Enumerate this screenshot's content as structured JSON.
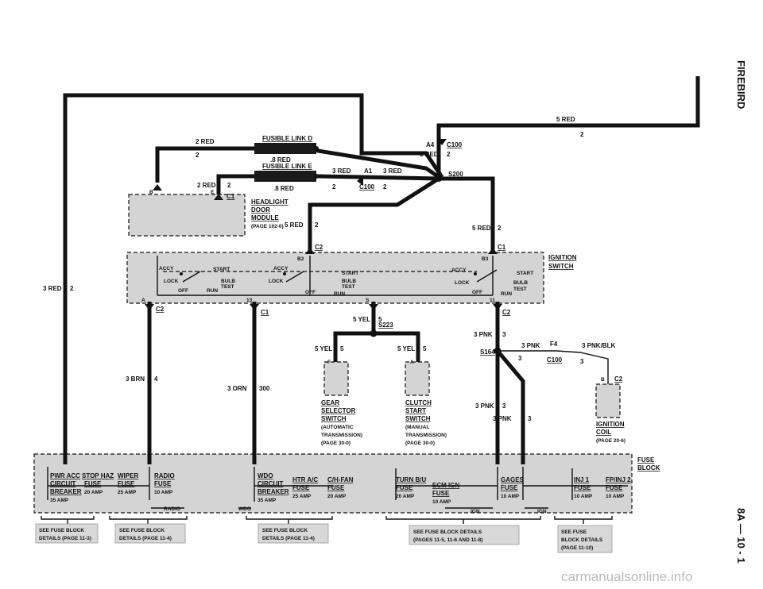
{
  "page": {
    "side_title": "FIREBIRD",
    "page_number": "8A — 10 - 1",
    "watermark": "carmanualsonline.info"
  },
  "wires": {
    "red5_top": "5 RED",
    "red5_top_n": "2",
    "red2_a": "2 RED",
    "red2_a_n": "2",
    "red8_a": ".8 RED",
    "red8_b": ".8 RED",
    "red2_b": "2 RED",
    "red2_b_n": "2",
    "red3_a": "3 RED",
    "a1": "A1",
    "red3_b": "3 RED",
    "red3_a_n": "2",
    "red3_b_n": "2",
    "a4": "A4",
    "red5_c100": "5 RED",
    "red5_c100_n": "2",
    "red5_hl": "5 RED",
    "red5_hl_n": "2",
    "red5_right": "5 RED",
    "red5_right_n": "2",
    "red3_left": "3 RED",
    "red3_left_n": "2",
    "brn": "3 BRN",
    "brn_n": "4",
    "orn": "3 ORN",
    "orn_n": "300",
    "yel_main": "5 YEL",
    "yel_main_n": "5",
    "yel_gear": "5 YEL",
    "yel_gear_n": "5",
    "yel_clutch": "5 YEL",
    "yel_clutch_n": "5",
    "pnk_a": "3 PNK",
    "pnk_a_n": "3",
    "pnk_f4": "3 PNK",
    "f4": "F4",
    "pnkblk": "3 PNK/BLK",
    "pnk_c100_n": "3",
    "pnkblk_n": "3",
    "pnk_b": "3 PNK",
    "pnk_b_n": "3",
    "pnk_c": "3 PNK",
    "pnk_c_n": "3"
  },
  "connectors": {
    "c100_top": "C100",
    "c100_mid": "C100",
    "c100_pnk": "C100",
    "s200": "S200",
    "s223": "S223",
    "s164": "S164",
    "c1_hl": "C1",
    "c2_top": "C2",
    "c1_top": "C1",
    "c2_left": "C2",
    "c1_mid": "C1",
    "c2_right": "C2",
    "c2_coil": "C2",
    "pin_b": "B",
    "pin_e": "E",
    "pin_b2": "B2",
    "pin_b3": "B3",
    "pin_a": "A",
    "pin_13": "13",
    "pin_s": "S",
    "pin_11": "11",
    "pin_f": "F",
    "pin_a2": "A",
    "pin_b_coil": "B"
  },
  "components": {
    "fusible_d": "FUSIBLE LINK D",
    "fusible_e": "FUSIBLE LINK E",
    "headlight": [
      "HEADLIGHT",
      "DOOR",
      "MODULE",
      "(PAGE 102-0)"
    ],
    "ignition_switch": [
      "IGNITION",
      "SWITCH"
    ],
    "sw_accy": "ACCY",
    "sw_start": "START",
    "sw_lock": "LOCK",
    "sw_bulb": "BULB",
    "sw_test": "TEST",
    "sw_off": "OFF",
    "sw_run": "RUN",
    "gear_selector": [
      "GEAR",
      "SELECTOR",
      "SWITCH",
      "(AUTOMATIC",
      "TRANSMISSION)",
      "(PAGE 30-0)"
    ],
    "clutch_start": [
      "CLUTCH",
      "START",
      "SWITCH",
      "(MANUAL",
      "TRANSMISSION)",
      "(PAGE 30-0)"
    ],
    "ignition_coil": [
      "IGNITION",
      "COIL",
      "(PAGE 20-6)"
    ],
    "fuse_block": [
      "FUSE",
      "BLOCK"
    ]
  },
  "fuses": {
    "pwr_acc": [
      "PWR ACC",
      "CIRCUIT",
      "BREAKER",
      "35 AMP"
    ],
    "stop_haz": [
      "STOP HAZ",
      "FUSE",
      "20 AMP"
    ],
    "wiper": [
      "WIPER",
      "FUSE",
      "25 AMP"
    ],
    "radio": [
      "RADIO",
      "FUSE",
      "10 AMP"
    ],
    "radio_tap": "RADIO",
    "wdo": [
      "WDO",
      "CIRCUIT",
      "BREAKER",
      "35 AMP"
    ],
    "wdo_tap": "WDO",
    "htr": [
      "HTR A/C",
      "FUSE",
      "25 AMP"
    ],
    "chfan": [
      "C/H-FAN",
      "FUSE",
      "20 AMP"
    ],
    "turn": [
      "TURN B/U",
      "FUSE",
      "20 AMP"
    ],
    "ecm": [
      "ECM IGN",
      "FUSE",
      "10 AMP"
    ],
    "gages": [
      "GAGES",
      "FUSE",
      "10 AMP"
    ],
    "ign_tap_a": "IGN",
    "inj1": [
      "INJ 1",
      "FUSE",
      "10 AMP"
    ],
    "inj2": [
      "FP/INJ 2",
      "FUSE",
      "10 AMP"
    ],
    "ign_tap_b": "IGN"
  },
  "notes": {
    "n1": [
      "SEE FUSE BLOCK",
      "DETAILS (PAGE 11-3)"
    ],
    "n2": [
      "SEE FUSE BLOCK",
      "DETAILS (PAGE 11-4)"
    ],
    "n3": [
      "SEE FUSE BLOCK",
      "DETAILS (PAGE 11-4)"
    ],
    "n4": [
      "SEE FUSE BLOCK DETAILS",
      "(PAGES 11-5, 11-6  AND 11-8)"
    ],
    "n5": [
      "SEE FUSE",
      "BLOCK DETAILS",
      "(PAGE 11-10)"
    ]
  }
}
